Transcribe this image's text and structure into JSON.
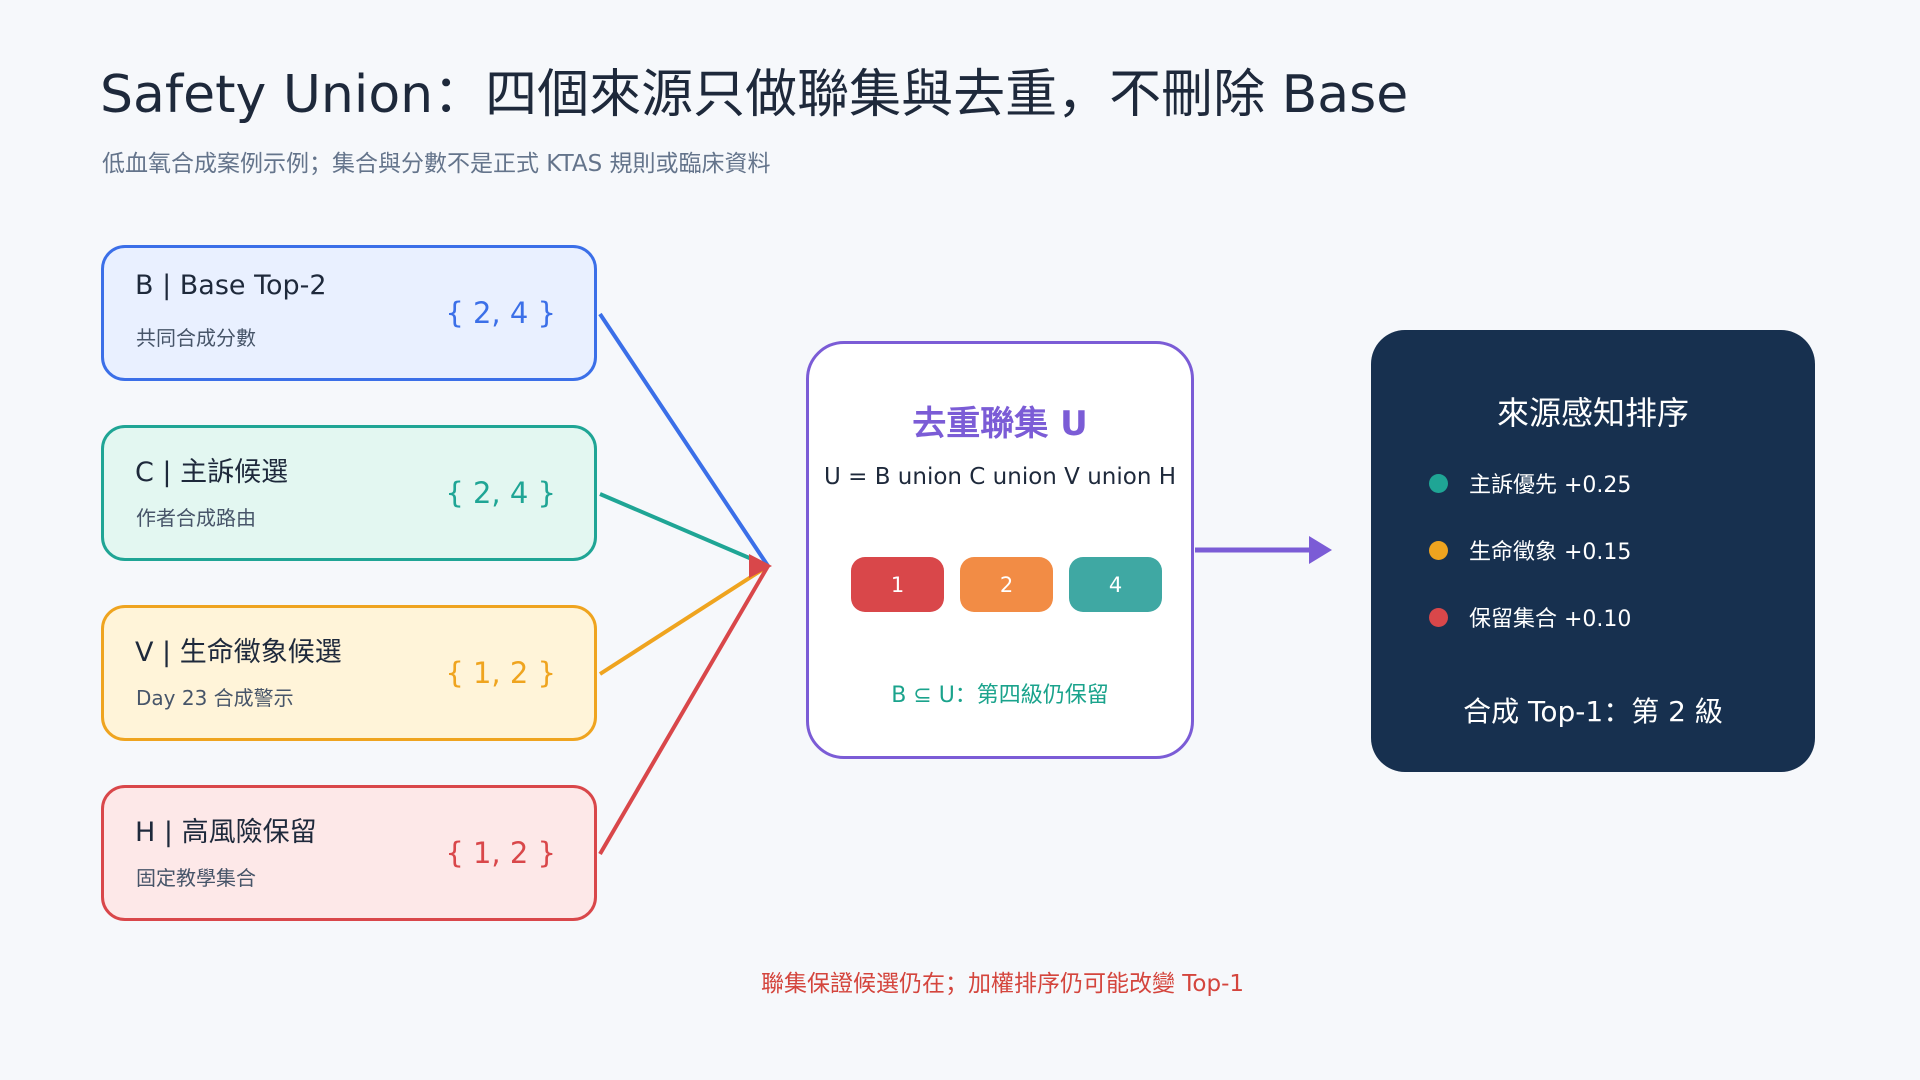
{
  "title": "Safety Union：四個來源只做聯集與去重，不刪除 Base",
  "subtitle": "低血氧合成案例示例；集合與分數不是正式 KTAS 規則或臨床資料",
  "sources": [
    {
      "title": "B | Base Top-2",
      "note": "共同合成分數",
      "set": "{ 2, 4 }",
      "color": "#3b6fe8",
      "bg": "#e9f0ff"
    },
    {
      "title": "C | 主訴候選",
      "note": "作者合成路由",
      "set": "{ 2, 4 }",
      "color": "#1fa595",
      "bg": "#e3f7f1"
    },
    {
      "title": "V | 生命徵象候選",
      "note": "Day 23 合成警示",
      "set": "{ 1, 2 }",
      "color": "#efa41f",
      "bg": "#fff4d9"
    },
    {
      "title": "H | 高風險保留",
      "note": "固定教學集合",
      "set": "{ 1, 2 }",
      "color": "#d9474a",
      "bg": "#fde8e8"
    }
  ],
  "union": {
    "title": "去重聯集 U",
    "formula": "U = B union C union V union H",
    "chips": [
      {
        "label": "1",
        "color": "#d9474a"
      },
      {
        "label": "2",
        "color": "#f28c45"
      },
      {
        "label": "4",
        "color": "#3fa8a3"
      }
    ],
    "note": "B ⊆ U：第四級仍保留"
  },
  "ranking": {
    "title": "來源感知排序",
    "items": [
      {
        "label": "主訴優先 +0.25",
        "color": "#1fa595"
      },
      {
        "label": "生命徵象 +0.15",
        "color": "#efa41f"
      },
      {
        "label": "保留集合 +0.10",
        "color": "#d9474a"
      }
    ],
    "result": "合成 Top-1：第 2 級"
  },
  "footer": "聯集保證候選仍在；加權排序仍可能改變 Top-1",
  "colors": {
    "union_purple": "#7b5cd6",
    "dark_panel": "#17304f"
  }
}
